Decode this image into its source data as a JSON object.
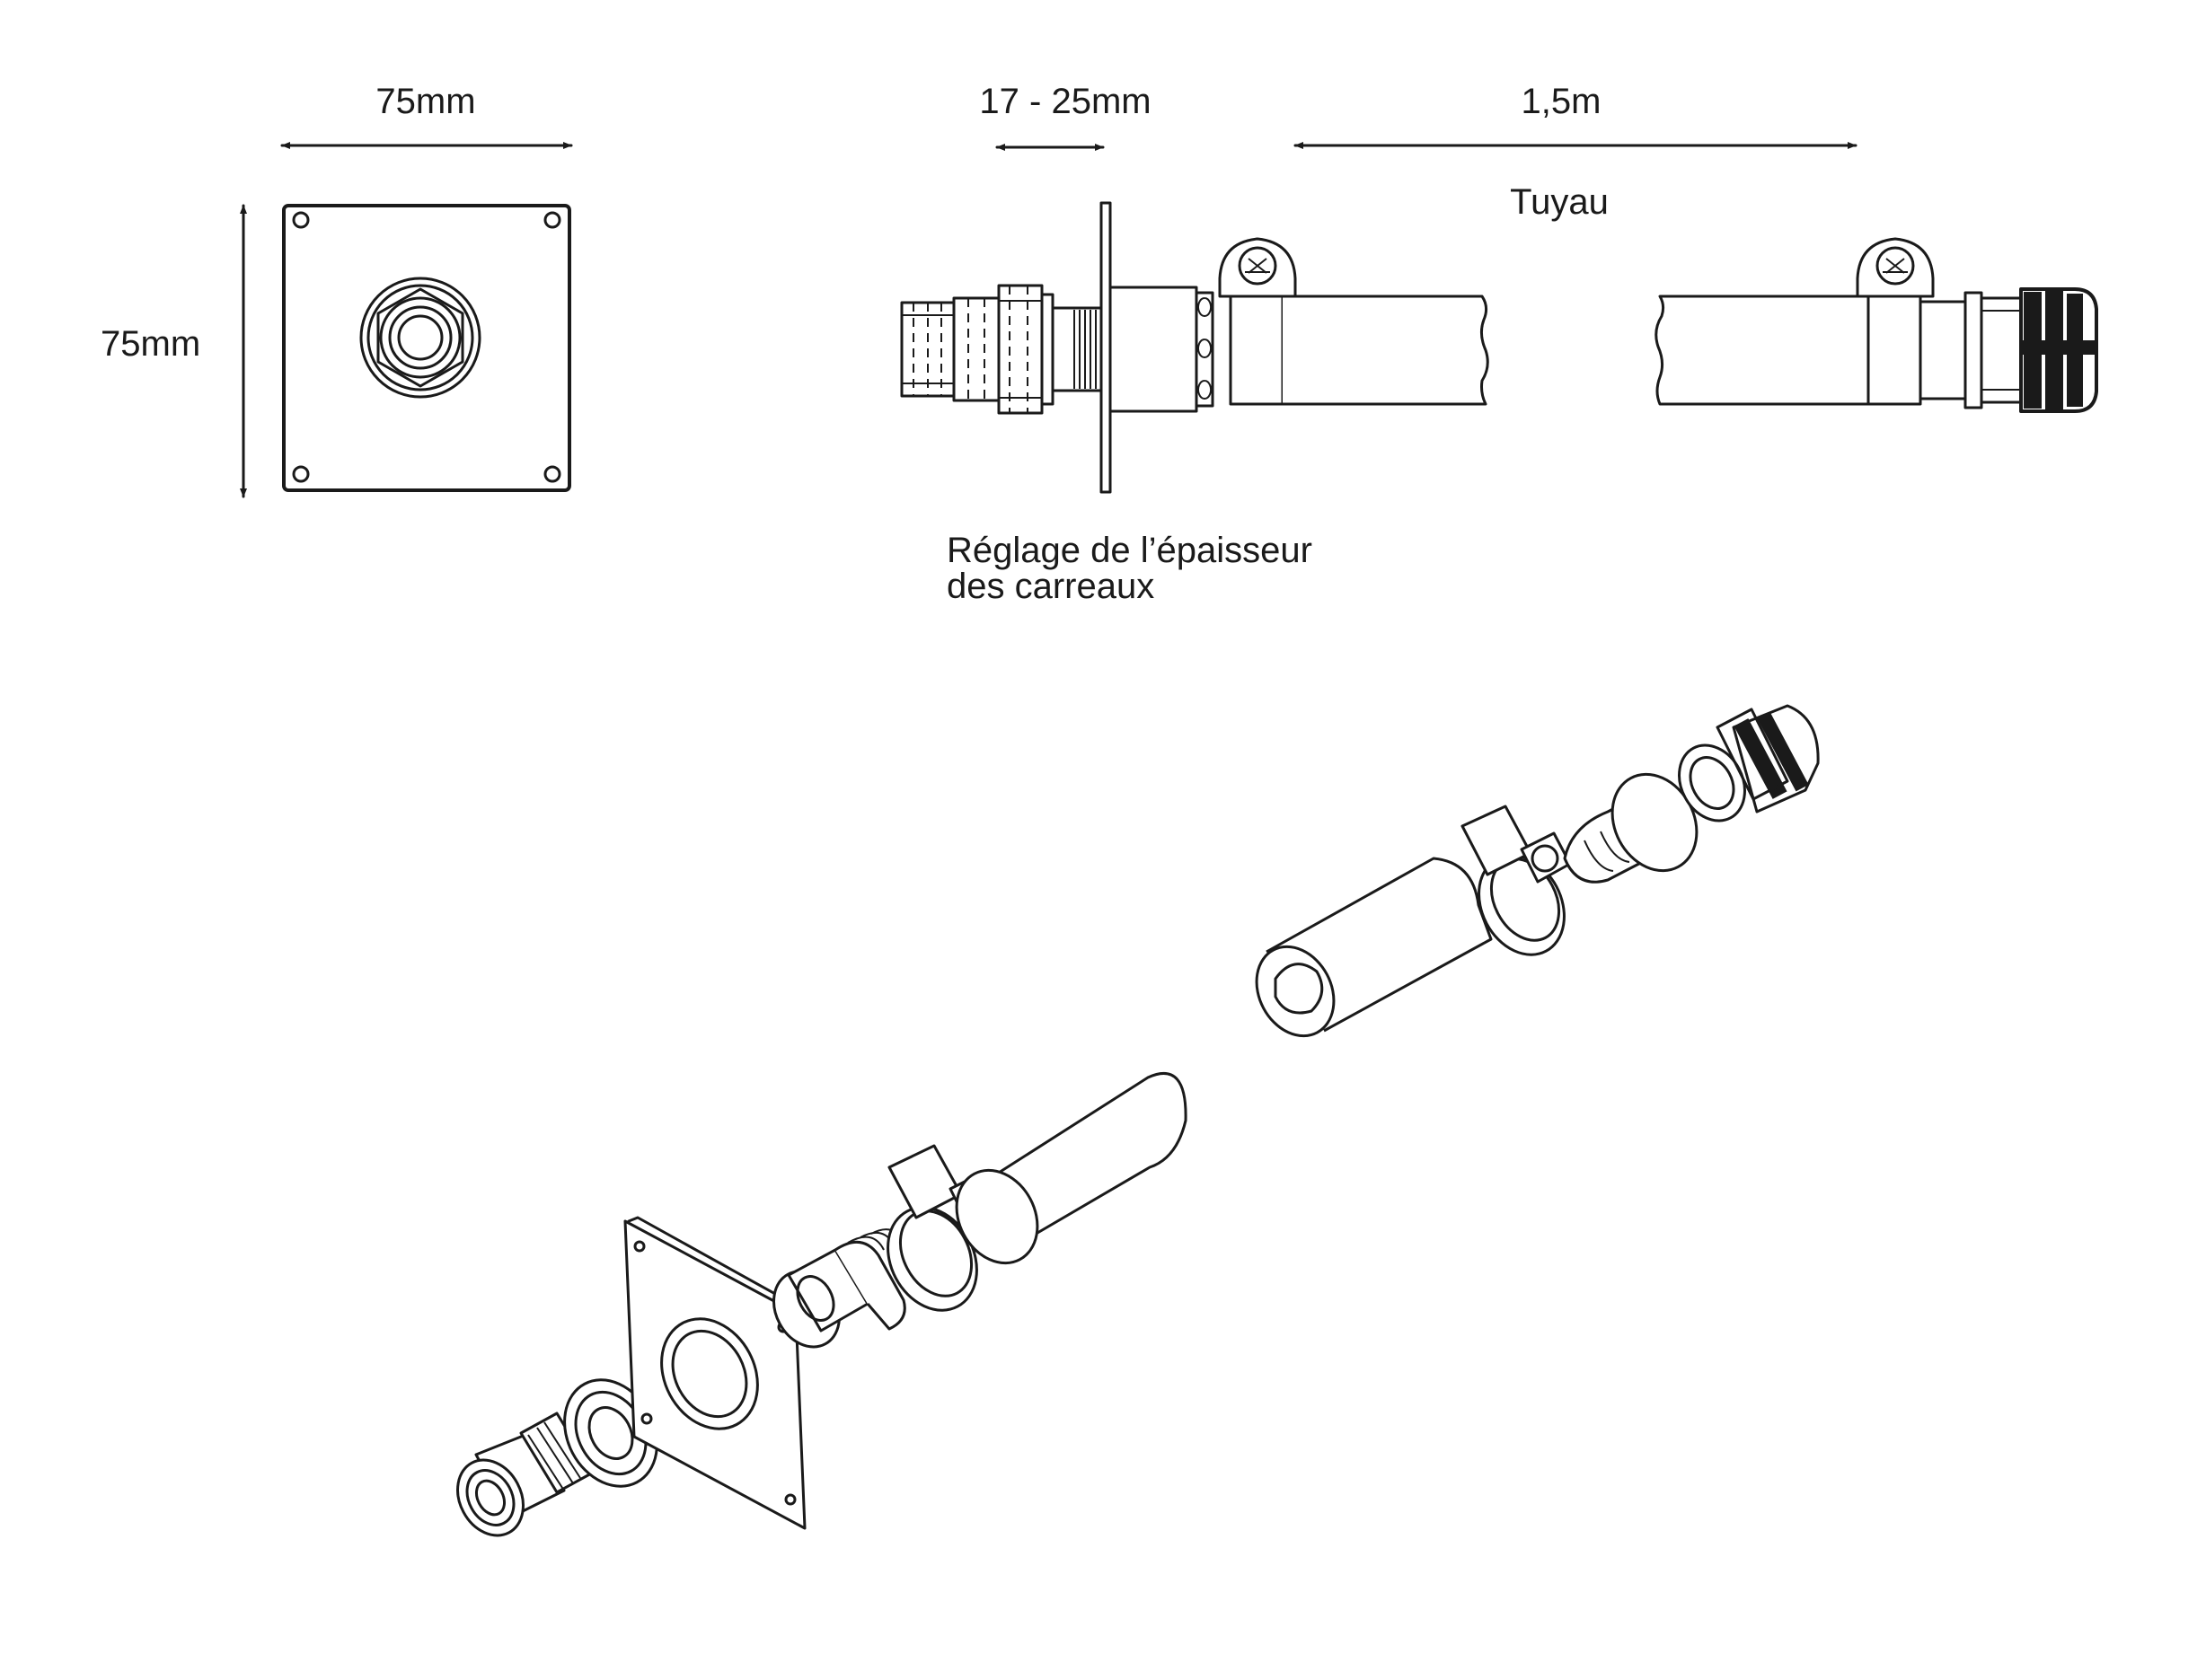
{
  "labels": {
    "plate_width": "75mm",
    "plate_height": "75mm",
    "adjust_range": "17 - 25mm",
    "pipe_length": "1,5m",
    "pipe_name": "Tuyau",
    "adjust_caption_line1": "Réglage de l’épaisseur",
    "adjust_caption_line2": "des carreaux"
  },
  "colors": {
    "line": "#1a1a1a",
    "background": "#ffffff"
  }
}
